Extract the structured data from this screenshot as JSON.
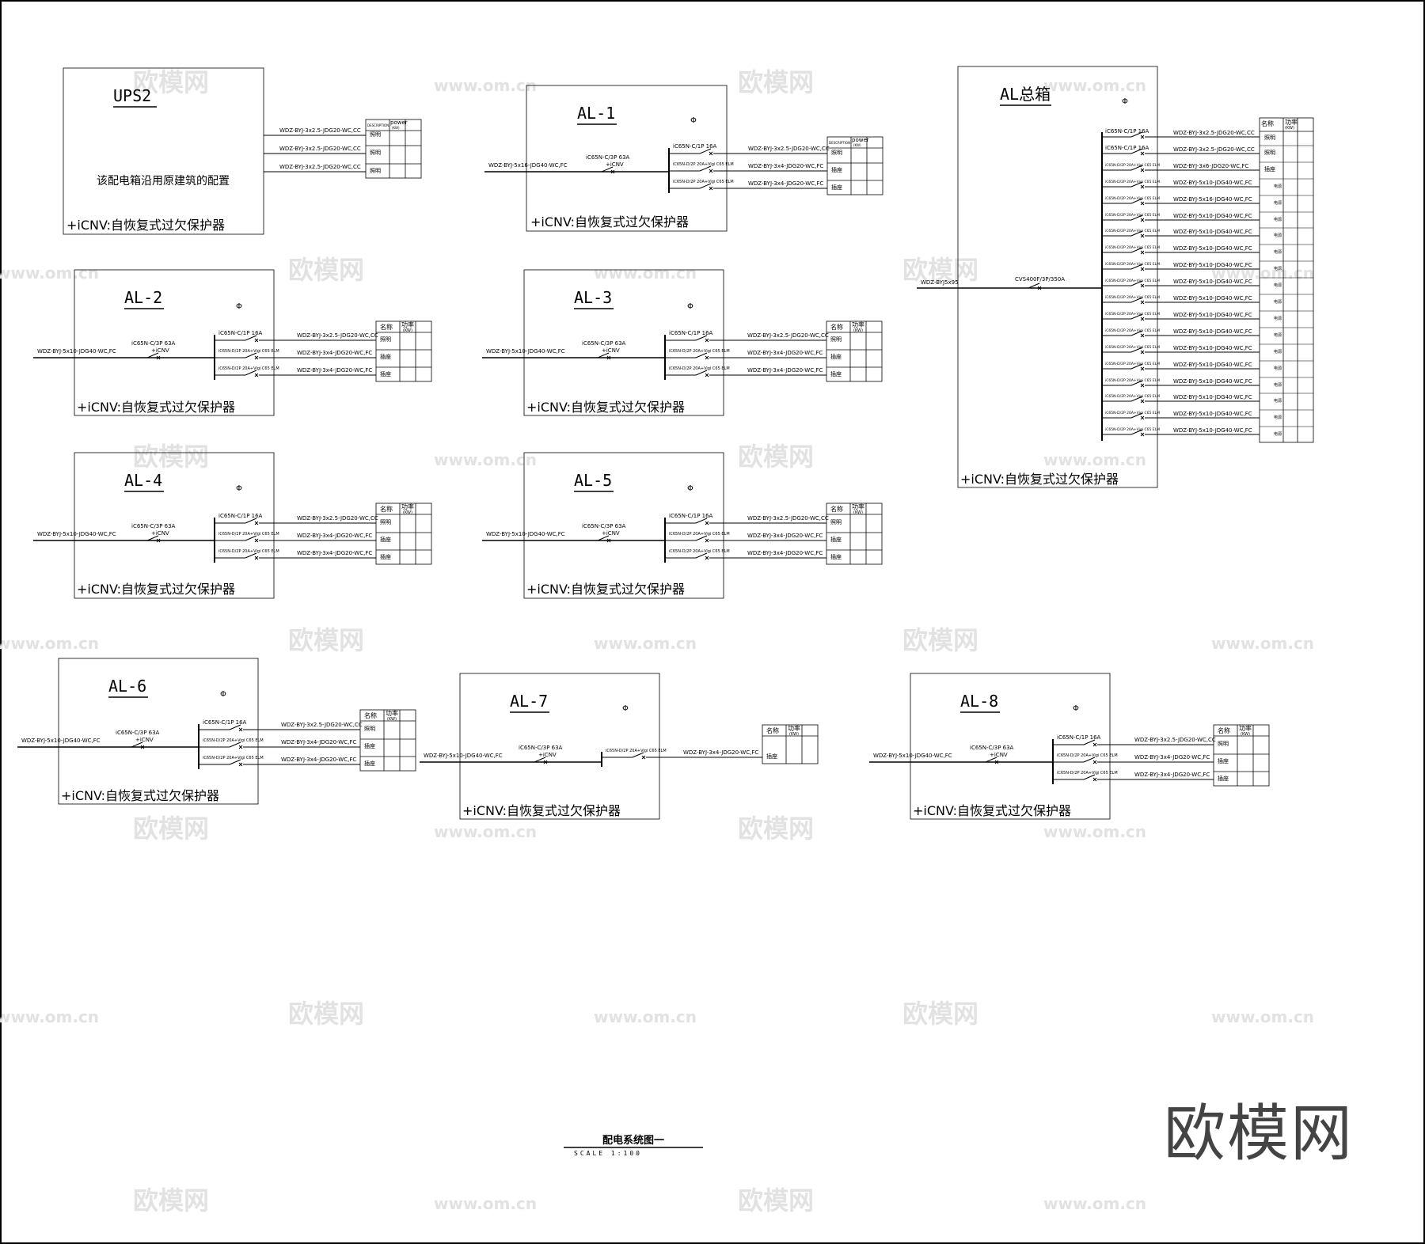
{
  "watermark": {
    "brand": "欧模网",
    "url": "www.om.cn"
  },
  "footer": {
    "title": "配电系统图一",
    "scale": "SCALE  1:100"
  },
  "common": {
    "note": "+iCNV:自恢复式过欠保护器",
    "phi": "Φ",
    "main_breaker": "iC65N-C/3P 63A",
    "icnv": "+iCNV",
    "branch_1p": "iC65N-C/1P 16A",
    "branch_rcd": "iC65N-D/2P 20A+Vigi C65 ELM",
    "hdr_name": "名称",
    "hdr_power": "功率",
    "hdr_unit": "(KW)",
    "hdr_desc": "DESCRIPTION",
    "hdr_power_en": "power",
    "load_light": "照明",
    "load_socket": "插座",
    "load_ac": "电源"
  },
  "panels": [
    {
      "id": "ups2",
      "title": "UPS2",
      "remark": "该配电箱沿用原建筑的配置",
      "header_style": "en",
      "outputs": [
        {
          "cable": "WDZ-BYJ-3x2.5-JDG20-WC,CC",
          "load": "照明"
        },
        {
          "cable": "WDZ-BYJ-3x2.5-JDG20-WC,CC",
          "load": "照明"
        },
        {
          "cable": "WDZ-BYJ-3x2.5-JDG20-WC,CC",
          "load": "照明"
        }
      ]
    },
    {
      "id": "al1",
      "title": "AL-1",
      "incoming": "WDZ-BYJ-5x16-JDG40-WC,FC",
      "header_style": "en",
      "outputs": [
        {
          "cable": "WDZ-BYJ-3x2.5-JDG20-WC,CC",
          "load": "照明"
        },
        {
          "cable": "WDZ-BYJ-3x4-JDG20-WC,FC",
          "load": "插座"
        },
        {
          "cable": "WDZ-BYJ-3x4-JDG20-WC,FC",
          "load": "插座"
        }
      ]
    },
    {
      "id": "al2",
      "title": "AL-2",
      "incoming": "WDZ-BYJ-5x10-JDG40-WC,FC",
      "header_style": "cn",
      "outputs": [
        {
          "cable": "WDZ-BYJ-3x2.5-JDG20-WC,CC",
          "load": "照明"
        },
        {
          "cable": "WDZ-BYJ-3x4-JDG20-WC,FC",
          "load": "插座"
        },
        {
          "cable": "WDZ-BYJ-3x4-JDG20-WC,FC",
          "load": "插座"
        }
      ]
    },
    {
      "id": "al3",
      "title": "AL-3",
      "incoming": "WDZ-BYJ-5x10-JDG40-WC,FC",
      "header_style": "cn",
      "outputs": [
        {
          "cable": "WDZ-BYJ-3x2.5-JDG20-WC,CC",
          "load": "照明"
        },
        {
          "cable": "WDZ-BYJ-3x4-JDG20-WC,FC",
          "load": "插座"
        },
        {
          "cable": "WDZ-BYJ-3x4-JDG20-WC,FC",
          "load": "插座"
        }
      ]
    },
    {
      "id": "al4",
      "title": "AL-4",
      "incoming": "WDZ-BYJ-5x10-JDG40-WC,FC",
      "header_style": "cn",
      "outputs": [
        {
          "cable": "WDZ-BYJ-3x2.5-JDG20-WC,CC",
          "load": "照明"
        },
        {
          "cable": "WDZ-BYJ-3x4-JDG20-WC,FC",
          "load": "插座"
        },
        {
          "cable": "WDZ-BYJ-3x4-JDG20-WC,FC",
          "load": "插座"
        }
      ]
    },
    {
      "id": "al5",
      "title": "AL-5",
      "incoming": "WDZ-BYJ-5x10-JDG40-WC,FC",
      "header_style": "cn",
      "outputs": [
        {
          "cable": "WDZ-BYJ-3x2.5-JDG20-WC,CC",
          "load": "照明"
        },
        {
          "cable": "WDZ-BYJ-3x4-JDG20-WC,FC",
          "load": "插座"
        },
        {
          "cable": "WDZ-BYJ-3x4-JDG20-WC,FC",
          "load": "插座"
        }
      ]
    },
    {
      "id": "al6",
      "title": "AL-6",
      "incoming": "WDZ-BYJ-5x10-JDG40-WC,FC",
      "header_style": "cn",
      "outputs": [
        {
          "cable": "WDZ-BYJ-3x2.5-JDG20-WC,CC",
          "load": "照明"
        },
        {
          "cable": "WDZ-BYJ-3x4-JDG20-WC,FC",
          "load": "插座"
        },
        {
          "cable": "WDZ-BYJ-3x4-JDG20-WC,FC",
          "load": "插座"
        }
      ]
    },
    {
      "id": "al7",
      "title": "AL-7",
      "incoming": "WDZ-BYJ-5x10-JDG40-WC,FC",
      "header_style": "cn",
      "outputs": [
        {
          "cable": "WDZ-BYJ-3x4-JDG20-WC,FC",
          "load": "插座"
        }
      ]
    },
    {
      "id": "al8",
      "title": "AL-8",
      "incoming": "WDZ-BYJ-5x10-JDG40-WC,FC",
      "header_style": "cn",
      "outputs": [
        {
          "cable": "WDZ-BYJ-3x2.5-JDG20-WC,CC",
          "load": "照明"
        },
        {
          "cable": "WDZ-BYJ-3x4-JDG20-WC,FC",
          "load": "插座"
        },
        {
          "cable": "WDZ-BYJ-3x4-JDG20-WC,FC",
          "load": "插座"
        }
      ]
    }
  ],
  "al_main": {
    "title": "AL总箱",
    "incoming": "WDZ-BYJ5x95",
    "main_breaker": "CVS400F/3P/350A",
    "outputs": [
      {
        "cable": "WDZ-BYJ-3x2.5-JDG20-WC,CC",
        "load": "照明",
        "type": "1p"
      },
      {
        "cable": "WDZ-BYJ-3x2.5-JDG20-WC,CC",
        "load": "照明",
        "type": "1p"
      },
      {
        "cable": "WDZ-BYJ-3x6-JDG20-WC,FC",
        "load": "插座",
        "type": "rcd"
      },
      {
        "cable": "WDZ-BYJ-5x10-JDG40-WC,FC",
        "load": "电源",
        "type": "rcd"
      },
      {
        "cable": "WDZ-BYJ-5x16-JDG40-WC,FC",
        "load": "电源",
        "type": "rcd"
      },
      {
        "cable": "WDZ-BYJ-5x10-JDG40-WC,FC",
        "load": "电源",
        "type": "rcd"
      },
      {
        "cable": "WDZ-BYJ-5x10-JDG40-WC,FC",
        "load": "电源",
        "type": "rcd"
      },
      {
        "cable": "WDZ-BYJ-5x10-JDG40-WC,FC",
        "load": "电源",
        "type": "rcd"
      },
      {
        "cable": "WDZ-BYJ-5x10-JDG40-WC,FC",
        "load": "电源",
        "type": "rcd"
      },
      {
        "cable": "WDZ-BYJ-5x10-JDG40-WC,FC",
        "load": "电源",
        "type": "rcd"
      },
      {
        "cable": "WDZ-BYJ-5x10-JDG40-WC,FC",
        "load": "电源",
        "type": "rcd"
      },
      {
        "cable": "WDZ-BYJ-5x10-JDG40-WC,FC",
        "load": "电源",
        "type": "rcd"
      },
      {
        "cable": "WDZ-BYJ-5x10-JDG40-WC,FC",
        "load": "电源",
        "type": "rcd"
      },
      {
        "cable": "WDZ-BYJ-5x10-JDG40-WC,FC",
        "load": "电源",
        "type": "rcd"
      },
      {
        "cable": "WDZ-BYJ-5x10-JDG40-WC,FC",
        "load": "电源",
        "type": "rcd"
      },
      {
        "cable": "WDZ-BYJ-5x10-JDG40-WC,FC",
        "load": "电源",
        "type": "rcd"
      },
      {
        "cable": "WDZ-BYJ-5x10-JDG40-WC,FC",
        "load": "电源",
        "type": "rcd"
      },
      {
        "cable": "WDZ-BYJ-5x10-JDG40-WC,FC",
        "load": "电源",
        "type": "rcd"
      },
      {
        "cable": "WDZ-BYJ-5x10-JDG40-WC,FC",
        "load": "电源",
        "type": "rcd"
      }
    ]
  }
}
